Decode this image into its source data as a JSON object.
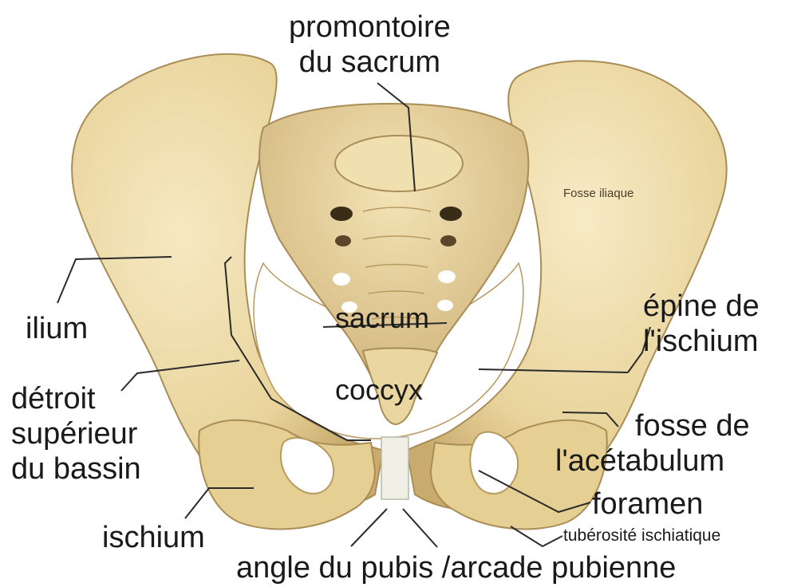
{
  "labels": {
    "promontoire_line1": "promontoire",
    "promontoire_line2": "du sacrum",
    "fosse_iliaque": "Fosse iliaque",
    "ilium": "ilium",
    "sacrum": "sacrum",
    "coccyx": "coccyx",
    "epine_line1": "épine de",
    "epine_line2": "l'ischium",
    "detroit_line1": "détroit",
    "detroit_line2": "supérieur",
    "detroit_line3": "du bassin",
    "fosse_acetabulum_line1": "fosse de",
    "fosse_acetabulum_line2": "l'acétabulum",
    "foramen": "foramen",
    "tuberosite": "tubérosité ischiatique",
    "ischium": "ischium",
    "angle_pubis": "angle du pubis /arcade pubienne"
  },
  "colors": {
    "bone": "#ecd9a3",
    "bone_shadow": "#cdb27a",
    "bone_dark": "#a98c56",
    "foramen_hole": "#ffffff",
    "symphysis": "#efefe6",
    "leader_line": "#2b2b2b"
  }
}
